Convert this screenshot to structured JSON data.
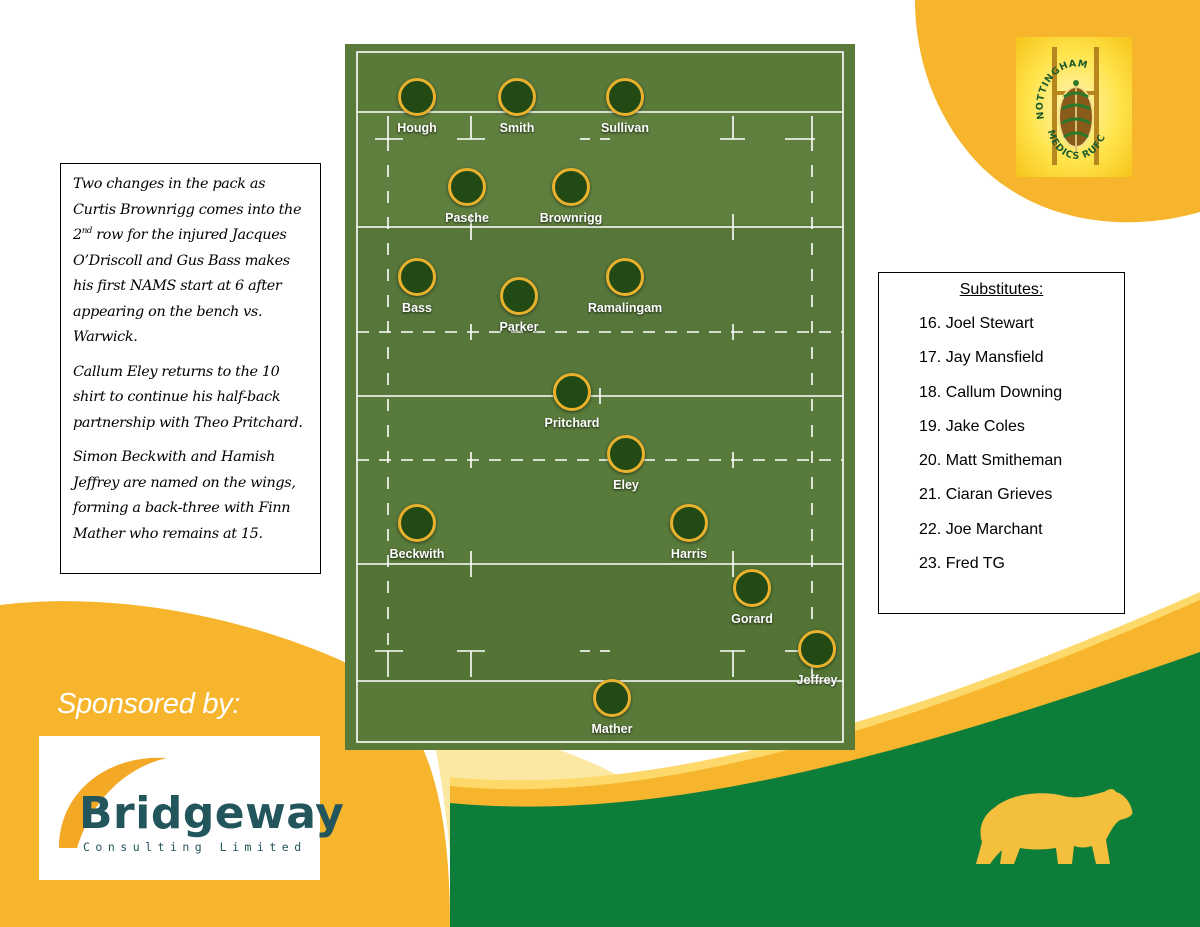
{
  "colors": {
    "orange": "#f6b52c",
    "green": "#0d7d3a",
    "pitch": "#5a7a3a",
    "pitch_dark": "#4e6e31",
    "player_fill": "#234a14",
    "player_ring": "#e8b22e"
  },
  "article": {
    "p1_a": "Two changes in the pack as Curtis Brownrigg comes into the 2",
    "p1_sup": "nd",
    "p1_b": " row for the injured Jacques O’Driscoll and Gus Bass makes his first NAMS start at 6 after appearing on the bench vs. Warwick.",
    "p2": "Callum Eley returns to the 10 shirt to continue his half-back partnership with Theo Pritchard.",
    "p3": "Simon Beckwith and Hamish Jeffrey are named on the wings, forming a back-three with Finn Mather who remains at 15."
  },
  "substitutes": {
    "title": "Substitutes:",
    "items": [
      "16. Joel Stewart",
      "17. Jay Mansfield",
      "18. Callum Downing",
      "19. Jake Coles",
      "20. Matt Smitheman",
      "21. Ciaran Grieves",
      "22. Joe Marchant",
      "23. Fred TG"
    ]
  },
  "players": [
    "Hough",
    "Smith",
    "Sullivan",
    "Pasche",
    "Brownrigg",
    "Bass",
    "Parker",
    "Ramalingam",
    "Pritchard",
    "Eley",
    "Beckwith",
    "Harris",
    "Gorard",
    "Jeffrey",
    "Mather"
  ],
  "logo": {
    "top_text": "NOTTINGHAM",
    "bottom_text": "MEDICS RUFC",
    "icon": "rugby-posts-ball-caduceus-icon"
  },
  "sponsor": {
    "label": "Sponsored by:",
    "name": "Bridgeway",
    "subtitle": "Consulting Limited"
  },
  "mascot_icon": "bear-icon"
}
